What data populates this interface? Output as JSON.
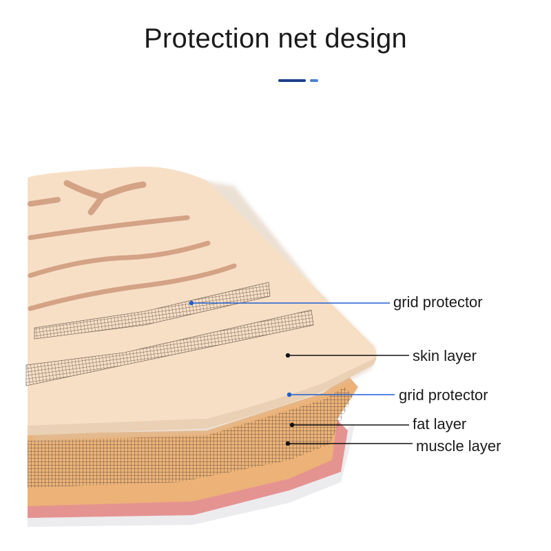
{
  "header": {
    "title": "Protection net design",
    "accent_dark": "#1d3f8a",
    "accent_light": "#4a82d0"
  },
  "layers": {
    "skin_color": "#f7dfc6",
    "skin_edge": "#ead0b4",
    "fat_color": "#ecb277",
    "muscle_color": "#e59391",
    "base_color": "#ececee",
    "incision_color": "#d4a285",
    "mesh_color": "#3a3434"
  },
  "callouts": [
    {
      "name": "grid-protector-top",
      "label": "grid protector",
      "line_color": "#1d5fcf"
    },
    {
      "name": "skin-layer",
      "label": "skin layer",
      "line_color": "#111111"
    },
    {
      "name": "grid-protector-bottom",
      "label": "grid protector",
      "line_color": "#1d5fcf"
    },
    {
      "name": "fat-layer",
      "label": "fat layer",
      "line_color": "#111111"
    },
    {
      "name": "muscle-layer",
      "label": "muscle layer",
      "line_color": "#111111"
    }
  ]
}
